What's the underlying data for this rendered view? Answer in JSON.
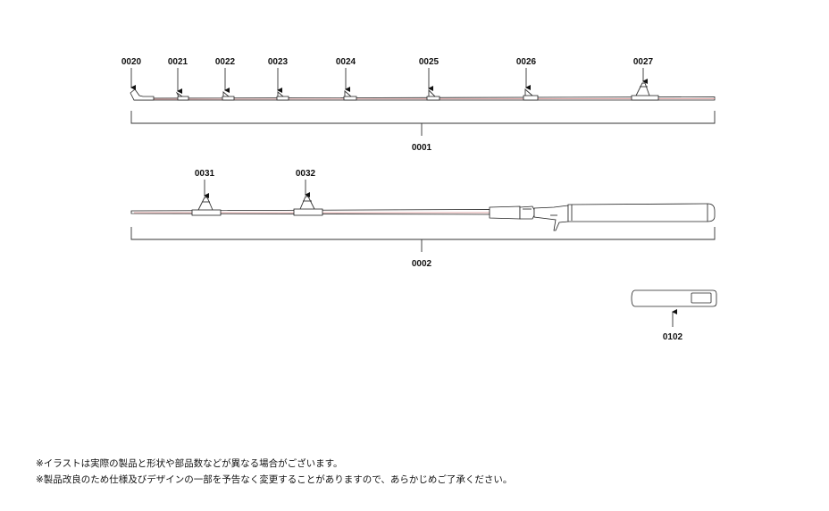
{
  "parts": {
    "p0020": "0020",
    "p0021": "0021",
    "p0022": "0022",
    "p0023": "0023",
    "p0024": "0024",
    "p0025": "0025",
    "p0026": "0026",
    "p0027": "0027",
    "p0001": "0001",
    "p0031": "0031",
    "p0032": "0032",
    "p0002": "0002",
    "p0102": "0102"
  },
  "notes": [
    "※イラストは実際の製品と形状や部品数などが異なる場合がございます。",
    "※製品改良のため仕様及びデザインの一部を予告なく変更することがありますので、あらかじめご了承ください。"
  ]
}
